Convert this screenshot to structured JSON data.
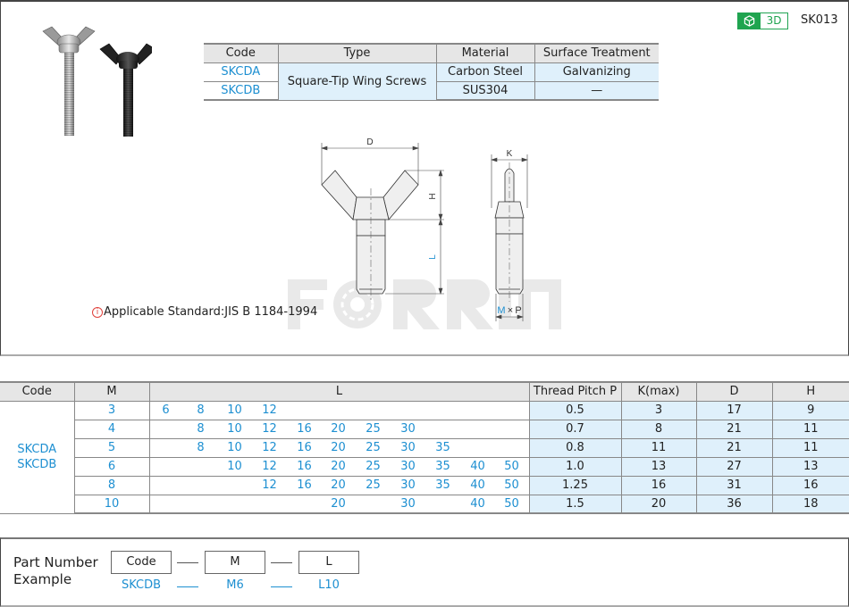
{
  "header": {
    "badge_3d_label": "3D",
    "badge_3d_icon": "cube-icon",
    "product_code": "SK013"
  },
  "spec_table": {
    "headers": [
      "Code",
      "Type",
      "Material",
      "Surface Treatment"
    ],
    "rows": [
      {
        "code": "SKCDA",
        "type": "Square-Tip Wing Screws",
        "material": "Carbon Steel",
        "surface": "Galvanizing"
      },
      {
        "code": "SKCDB",
        "type": "Square-Tip Wing Screws",
        "material": "SUS304",
        "surface": "—"
      }
    ]
  },
  "drawing": {
    "labels": {
      "D": "D",
      "H": "H",
      "L": "L",
      "K": "K",
      "M": "M",
      "times": "×",
      "P": "P"
    }
  },
  "watermark": "FORRUN",
  "standard": {
    "icon": "info-icon",
    "text": "Applicable Standard:JIS  B  1184-1994"
  },
  "dim_table": {
    "headers": [
      "Code",
      "M",
      "L",
      "Thread Pitch P",
      "K(max)",
      "D",
      "H"
    ],
    "codes": [
      "SKCDA",
      "SKCDB"
    ],
    "l_columns": [
      6,
      8,
      10,
      12,
      16,
      20,
      25,
      30,
      35,
      40,
      50
    ],
    "rows": [
      {
        "M": "3",
        "L": [
          "6",
          "8",
          "10",
          "12",
          "",
          "",
          "",
          "",
          "",
          "",
          ""
        ],
        "P": "0.5",
        "K": "3",
        "D": "17",
        "H": "9"
      },
      {
        "M": "4",
        "L": [
          "",
          "8",
          "10",
          "12",
          "16",
          "20",
          "25",
          "30",
          "",
          "",
          ""
        ],
        "P": "0.7",
        "K": "8",
        "D": "21",
        "H": "11"
      },
      {
        "M": "5",
        "L": [
          "",
          "8",
          "10",
          "12",
          "16",
          "20",
          "25",
          "30",
          "35",
          "",
          ""
        ],
        "P": "0.8",
        "K": "11",
        "D": "21",
        "H": "11"
      },
      {
        "M": "6",
        "L": [
          "",
          "",
          "10",
          "12",
          "16",
          "20",
          "25",
          "30",
          "35",
          "40",
          "50"
        ],
        "P": "1.0",
        "K": "13",
        "D": "27",
        "H": "13"
      },
      {
        "M": "8",
        "L": [
          "",
          "",
          "",
          "12",
          "16",
          "20",
          "25",
          "30",
          "35",
          "40",
          "50"
        ],
        "P": "1.25",
        "K": "16",
        "D": "31",
        "H": "16"
      },
      {
        "M": "10",
        "L": [
          "",
          "",
          "",
          "",
          "",
          "20",
          "",
          "30",
          "",
          "40",
          "50"
        ],
        "P": "1.5",
        "K": "20",
        "D": "36",
        "H": "18"
      }
    ]
  },
  "part_number": {
    "title_line1": "Part Number",
    "title_line2": "Example",
    "fields": [
      "Code",
      "M",
      "L"
    ],
    "example": [
      "SKCDB",
      "M6",
      "L10"
    ]
  },
  "colors": {
    "accent_blue": "#1d8fd1",
    "cell_blue": "#dff0fb",
    "header_gray": "#e6e6e6",
    "badge_green": "#1fa44f"
  }
}
